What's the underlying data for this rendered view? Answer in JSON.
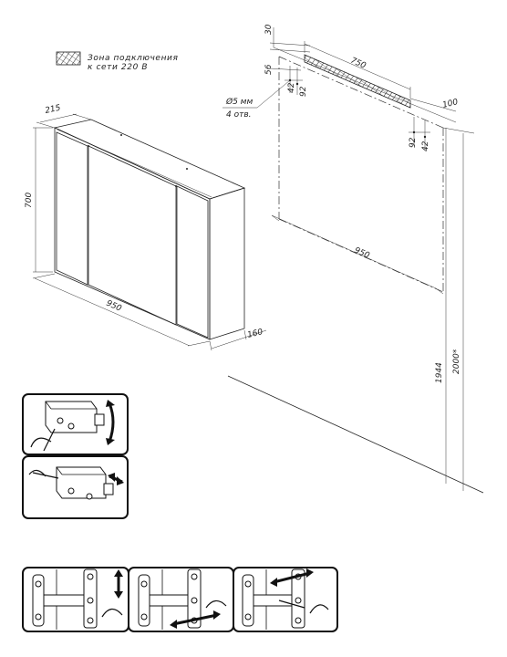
{
  "legend": {
    "text_line1": "Зона подключения",
    "text_line2": "к сети 220 В",
    "swatch_icon": "crosshatch-zone-icon"
  },
  "cabinet": {
    "dim_depth": "215",
    "dim_height": "700",
    "dim_width": "950",
    "dim_side": "160"
  },
  "wall_layout": {
    "dim_top_30": "30",
    "dim_56": "56",
    "dim_42_left": "42",
    "dim_92_left": "92",
    "dim_750": "750",
    "dim_100": "100",
    "dim_92_right": "92",
    "dim_42_right": "42",
    "hole_note_line1": "Ø5 мм",
    "hole_note_line2": "4 отв.",
    "dim_width": "950",
    "dim_1944": "1944",
    "dim_2000": "2000*"
  },
  "instructions": {
    "door_adjust_panels": [
      "door-vertical-adjust",
      "door-depth-adjust"
    ],
    "hinge_adjust_panels": [
      "hinge-vertical-adjust",
      "hinge-lateral-adjust",
      "hinge-depth-adjust"
    ]
  }
}
